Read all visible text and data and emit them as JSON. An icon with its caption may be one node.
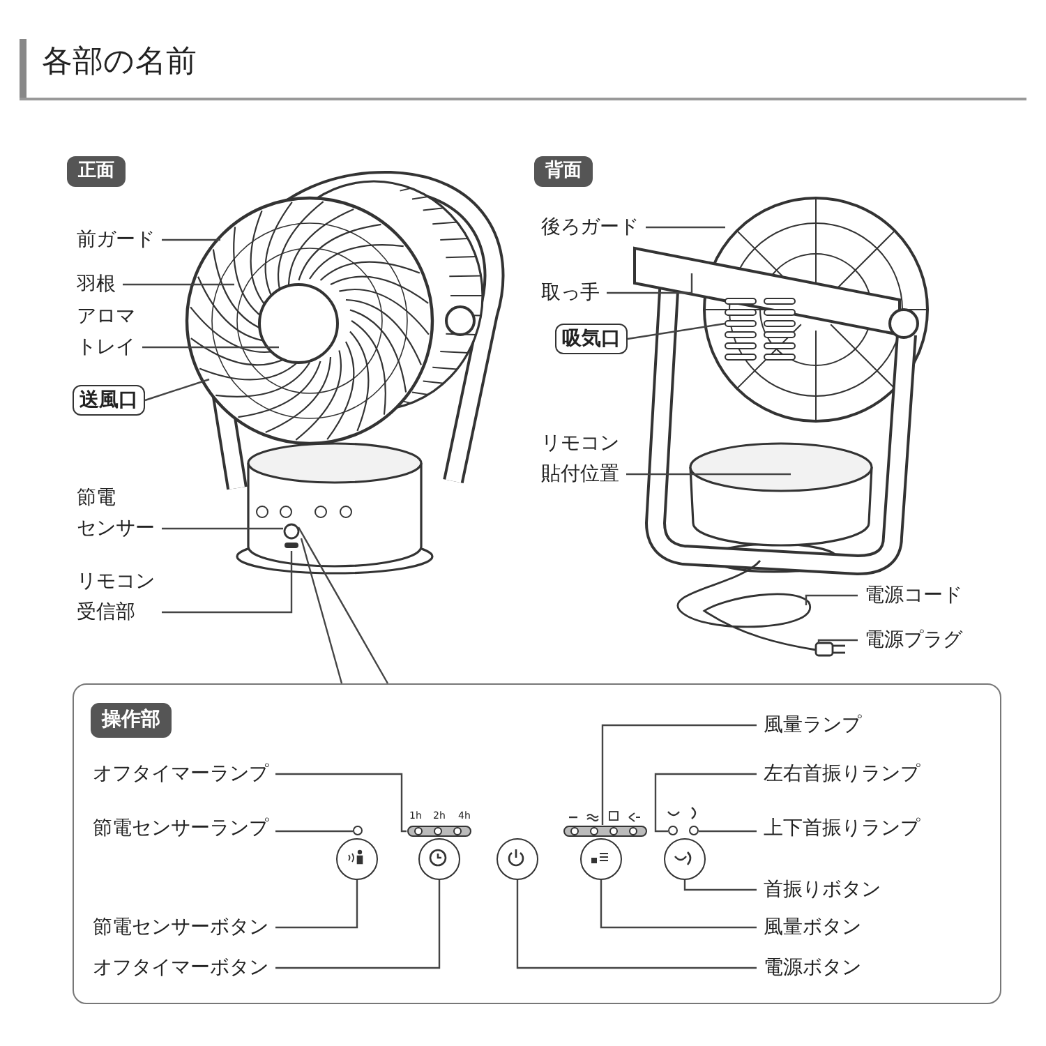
{
  "diagram": {
    "title": "各部の名前",
    "nodes": [
      {
        "text": [
          "正面"
        ]
      },
      {
        "text": [
          "前ガード"
        ]
      },
      {
        "text": [
          "羽根"
        ]
      },
      {
        "text": [
          "アロマトレイ"
        ]
      },
      {
        "text": [
          "送風口"
        ]
      },
      {
        "text": [
          "節電センサー"
        ]
      },
      {
        "text": [
          "リモコン受信部"
        ]
      },
      {
        "text": [
          "背面"
        ]
      },
      {
        "text": [
          "後ろガード"
        ]
      },
      {
        "text": [
          "取っ手"
        ]
      },
      {
        "text": [
          "吸気口"
        ]
      },
      {
        "text": [
          "リモコン貼付位置"
        ]
      },
      {
        "text": [
          "電源コード"
        ]
      },
      {
        "text": [
          "電源プラグ"
        ]
      },
      {
        "text": [
          "操作部"
        ]
      },
      {
        "text": [
          "オフタイマーランプ"
        ],
        "in": 14
      },
      {
        "text": [
          "節電センサーランプ"
        ],
        "in": 14
      },
      {
        "text": [
          "節電センサーボタン"
        ],
        "in": 14
      },
      {
        "text": [
          "オフタイマーボタン"
        ],
        "in": 14
      },
      {
        "text": [],
        "shape": "circle",
        "in": 14
      },
      {
        "text": [],
        "shape": "bar",
        "in": 14
      },
      {
        "text": [],
        "shape": "circle",
        "in": 14
      },
      {
        "text": [],
        "shape": "circle",
        "in": 14
      },
      {
        "text": [],
        "shape": "circle",
        "in": 14
      },
      {
        "text": [],
        "shape": "bar",
        "in": 14
      },
      {
        "text": [],
        "shape": "circle",
        "in": 14
      },
      {
        "text": [],
        "shape": "circle",
        "in": 14
      },
      {
        "text": [],
        "shape": "circle",
        "in": 14
      },
      {
        "text": [],
        "shape": "circle",
        "in": 14
      },
      {
        "text": [
          "風量ランプ"
        ],
        "in": 14
      },
      {
        "text": [
          "左右首振りランプ"
        ],
        "in": 14
      },
      {
        "text": [
          "上下首振りランプ"
        ],
        "in": 14
      },
      {
        "text": [
          "首振りボタン"
        ],
        "in": 14
      },
      {
        "text": [
          "風量ボタン"
        ],
        "in": 14
      },
      {
        "text": [
          "電源ボタン"
        ],
        "in": 14
      }
    ],
    "edges": [
      {
        "from": 1,
        "to": null,
        "arrow": "none"
      },
      {
        "from": 2,
        "to": null,
        "arrow": "none"
      },
      {
        "from": 3,
        "to": null,
        "arrow": "none"
      },
      {
        "from": 4,
        "to": null,
        "arrow": "none"
      },
      {
        "from": 5,
        "to": null,
        "arrow": "none"
      },
      {
        "from": 6,
        "to": null,
        "arrow": "none"
      },
      {
        "from": 8,
        "to": null,
        "arrow": "none"
      },
      {
        "from": 9,
        "to": null,
        "arrow": "none"
      },
      {
        "from": 10,
        "to": null,
        "arrow": "none"
      },
      {
        "from": 11,
        "to": null,
        "arrow": "none"
      },
      {
        "from": 12,
        "to": null,
        "arrow": "none"
      },
      {
        "from": 13,
        "to": null,
        "arrow": "none"
      },
      {
        "from": 14,
        "to": null,
        "arrow": "none"
      },
      {
        "from": 14,
        "to": null,
        "arrow": "none"
      },
      {
        "from": 15,
        "to": 20,
        "arrow": "none"
      },
      {
        "from": 16,
        "to": 19,
        "arrow": "none"
      },
      {
        "from": 17,
        "to": 21,
        "arrow": "none"
      },
      {
        "from": 18,
        "to": 22,
        "arrow": "none"
      },
      {
        "from": 29,
        "to": 24,
        "arrow": "none"
      },
      {
        "from": 30,
        "to": 26,
        "arrow": "none"
      },
      {
        "from": 31,
        "to": 27,
        "arrow": "none"
      },
      {
        "from": 32,
        "to": 28,
        "arrow": "none"
      },
      {
        "from": 33,
        "to": 25,
        "arrow": "none"
      },
      {
        "from": 34,
        "to": 23,
        "arrow": "none"
      }
    ],
    "labels": [
      "1h",
      "2h",
      "4h"
    ]
  }
}
